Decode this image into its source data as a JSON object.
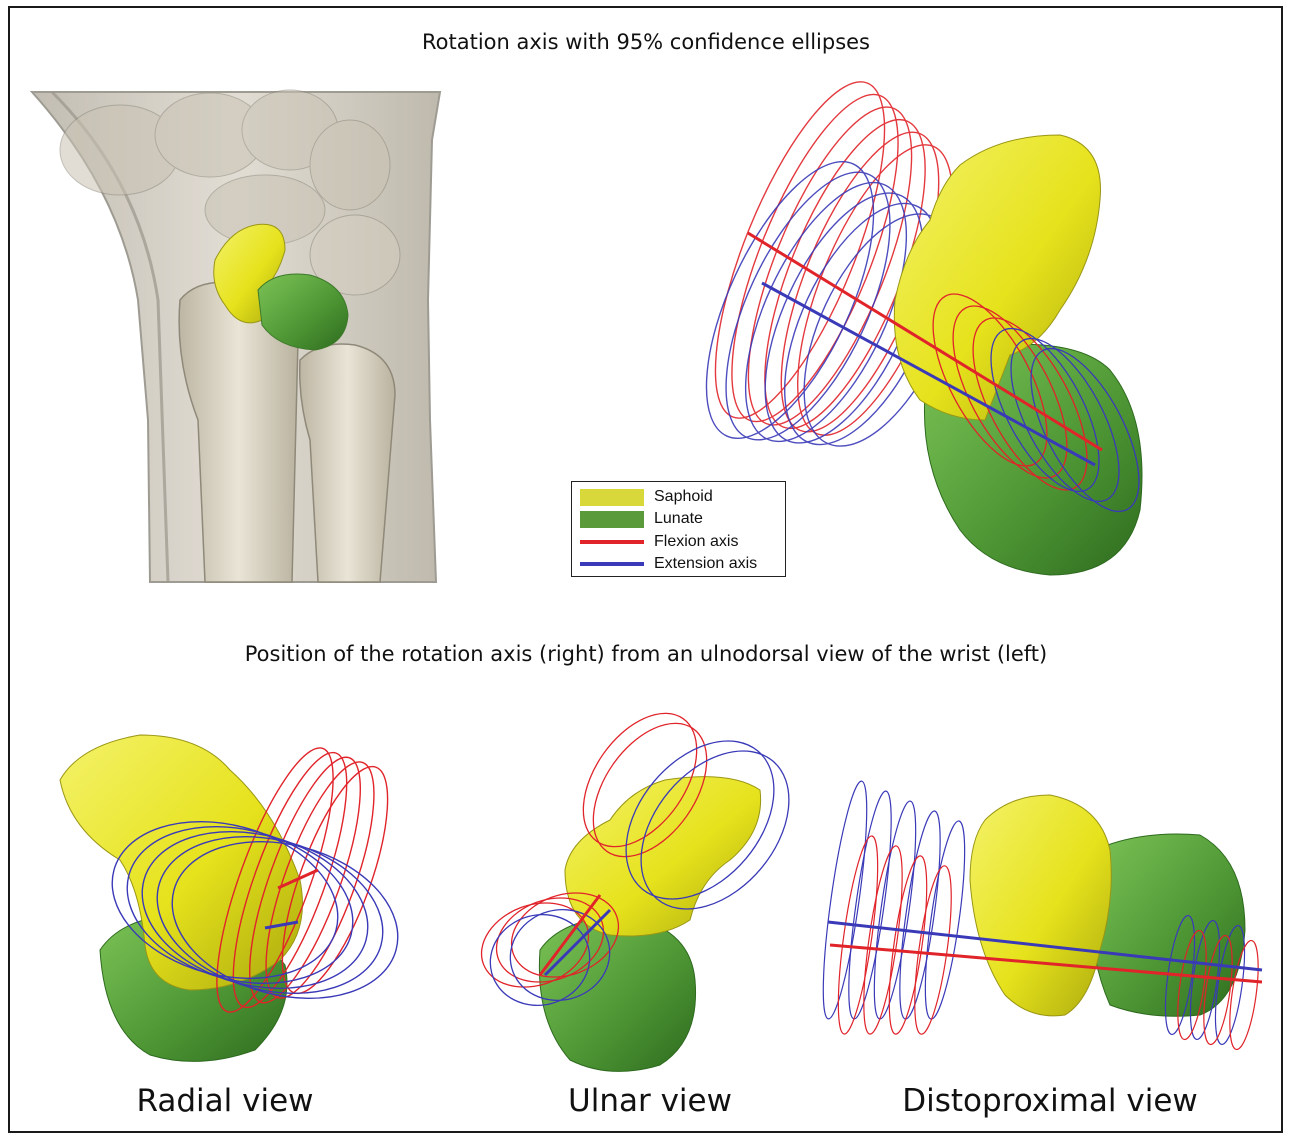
{
  "figure": {
    "title_top": "Rotation axis with 95% confidence ellipses",
    "title_middle": "Position of the rotation axis (right) from an ulnodorsal view of the wrist (left)"
  },
  "legend": {
    "items": [
      {
        "label": "Saphoid",
        "color": "#d8d83a",
        "kind": "block"
      },
      {
        "label": "Lunate",
        "color": "#5a9a3a",
        "kind": "block"
      },
      {
        "label": "Flexion axis",
        "color": "#e0242a",
        "kind": "line"
      },
      {
        "label": "Extension axis",
        "color": "#3a3ab8",
        "kind": "line"
      }
    ]
  },
  "panels": [
    {
      "label": "Radial view"
    },
    {
      "label": "Ulnar view"
    },
    {
      "label": "Distoproximal view"
    }
  ],
  "colors": {
    "scaphoid": "#e8e420",
    "lunate": "#4f9a35",
    "flexion": "#e0242a",
    "extension": "#3a3ab8",
    "bone": "#d8d2c0"
  }
}
